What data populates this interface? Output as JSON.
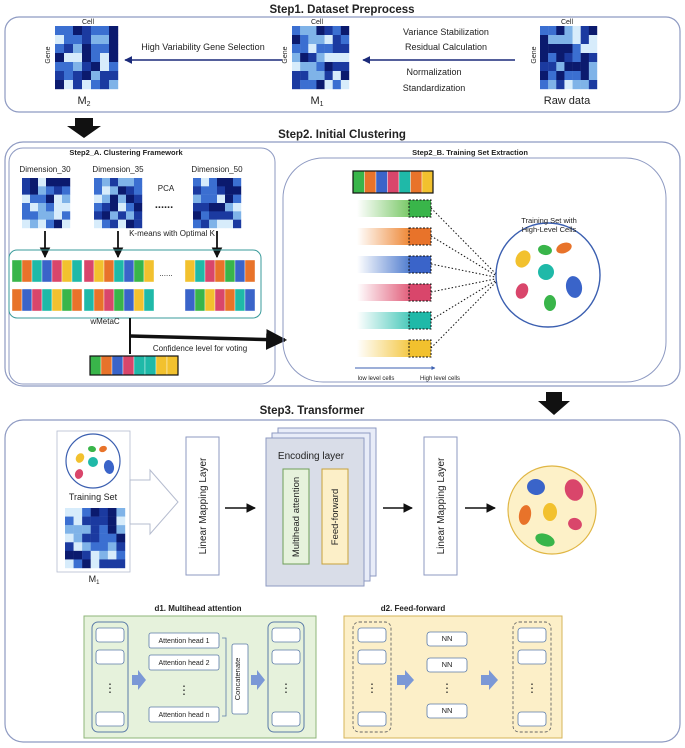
{
  "step1": {
    "title": "Step1. Dataset Preprocess",
    "raw_label": "Raw data",
    "m1_label": "M",
    "m1_sub": "1",
    "m2_label": "M",
    "m2_sub": "2",
    "cell_label": "Cell",
    "gene_label": "Gene",
    "op_variance": "Variance Stabilization",
    "op_residual": "Residual Calculation",
    "op_normalization": "Normalization",
    "op_standardization": "Standardization",
    "op_hvg": "High Variability Gene Selection"
  },
  "step2": {
    "title": "Step2. Initial Clustering",
    "a_title": "Step2_A. Clustering Framework",
    "b_title": "Step2_B. Training Set Extraction",
    "dim30": "Dimension_30",
    "dim35": "Dimension_35",
    "dim50": "Dimension_50",
    "pca": "PCA",
    "dots": "......",
    "kmeans": "K-means with Optimal K",
    "wmetac": "wMetaC",
    "confidence": "Confidence level for voting",
    "training_set_line1": "Training Set with",
    "training_set_line2": "High-Level Cells",
    "low_level": "low level cells",
    "high_level": "High level cells"
  },
  "step3": {
    "title": "Step3. Transformer",
    "training_set": "Training  Set",
    "m1_label": "M",
    "m1_sub": "1",
    "linear_mapping": "Linear Mapping Layer",
    "encoding_layer": "Encoding layer",
    "multihead": "Multihead attention",
    "feed_forward": "Feed-forward",
    "d1_title": "d1. Multihead attention",
    "d2_title": "d2. Feed-forward",
    "head1": "Attention head 1",
    "head2": "Attention head 2",
    "headn": "Attention head n",
    "concatenate": "Concatenate",
    "nn": "NN",
    "vdots": "⋮"
  },
  "colors": {
    "heat": [
      "#0b1a6e",
      "#1b3aa0",
      "#3b6fd1",
      "#7fb3e8",
      "#d7ecfb"
    ],
    "clusters": [
      "#e8732a",
      "#1fb9a8",
      "#3a64c9",
      "#d9466b",
      "#f2c12e",
      "#39b54a"
    ],
    "panel_border": "#8e9ac2",
    "green_panel": "#e6f2dc",
    "yellow_panel": "#fcefc8"
  }
}
